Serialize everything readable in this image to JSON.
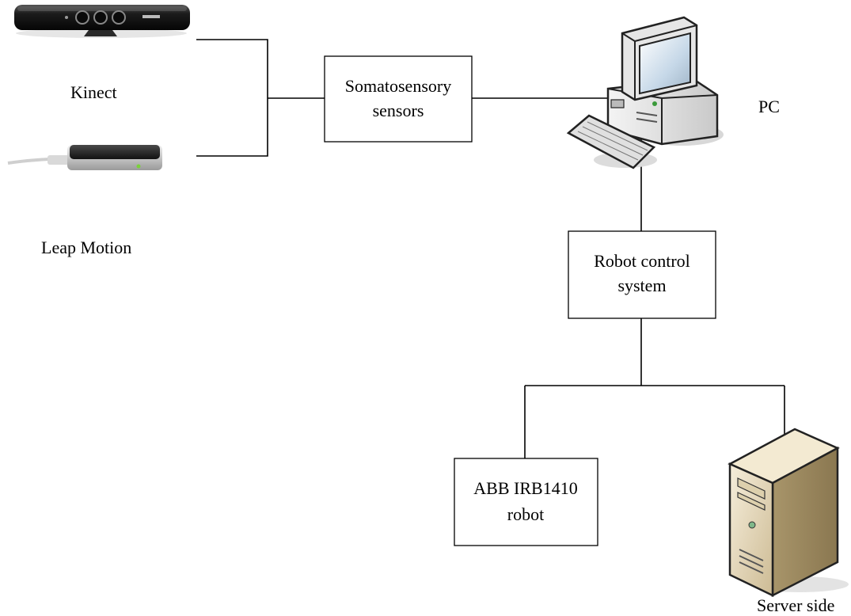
{
  "devices": {
    "kinect": {
      "label": "Kinect",
      "icon": "kinect-icon",
      "body_color": "#1a1a1a"
    },
    "leap_motion": {
      "label": "Leap Motion",
      "icon": "leap-motion-icon",
      "body_color": "#2b2b2b"
    },
    "pc": {
      "label": "PC",
      "icon": "desktop-computer-icon",
      "body_color": "#e9e9e9"
    },
    "server": {
      "label": "Server side",
      "icon": "server-tower-icon",
      "body_color": "#e8dcbf"
    }
  },
  "boxes": {
    "somatosensory": {
      "line1": "Somatosensory",
      "line2": "sensors"
    },
    "robot_control": {
      "line1": "Robot control",
      "line2": "system"
    },
    "abb_robot": {
      "line1": "ABB IRB1410",
      "line2": "robot"
    }
  }
}
